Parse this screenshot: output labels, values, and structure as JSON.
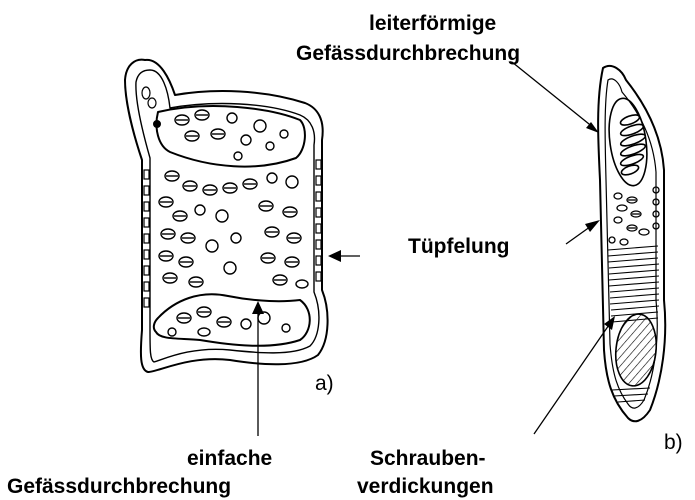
{
  "labels": {
    "ladder_line1": "leiterförmige",
    "ladder_line2": "Gefässdurchbrechung",
    "pitting": "Tüpfelung",
    "simple_line1": "einfache",
    "simple_line2": "Gefässdurchbrechung",
    "spiral_line1": "Schrauben-",
    "spiral_line2": "verdickungen",
    "panel_a": "a)",
    "panel_b": "b)"
  },
  "colors": {
    "ink": "#000000",
    "background": "#ffffff"
  }
}
